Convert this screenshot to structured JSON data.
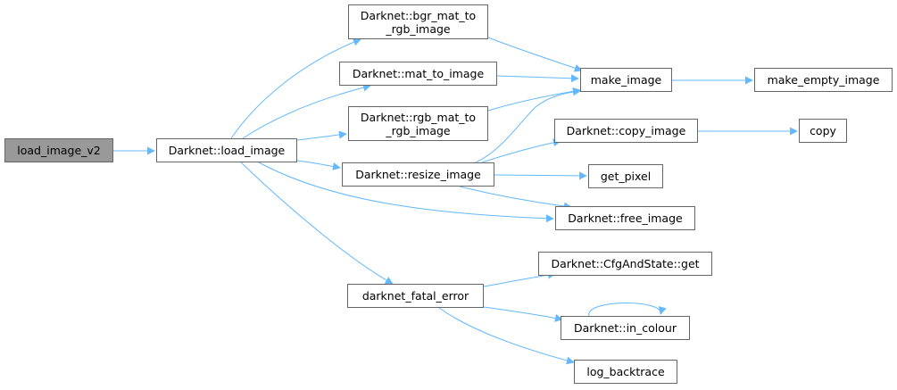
{
  "colors": {
    "edge": "#63b8ff",
    "node_border": "#666666",
    "root_fill": "#999999"
  },
  "nodes": {
    "load_image_v2": "load_image_v2",
    "load_image": "Darknet::load_image",
    "bgr_mat_to_rgb_image": "Darknet::bgr_mat_to\n_rgb_image",
    "mat_to_image": "Darknet::mat_to_image",
    "rgb_mat_to_rgb_image": "Darknet::rgb_mat_to\n_rgb_image",
    "resize_image": "Darknet::resize_image",
    "darknet_fatal_error": "darknet_fatal_error",
    "make_image": "make_image",
    "make_empty_image": "make_empty_image",
    "copy_image": "Darknet::copy_image",
    "copy": "copy",
    "get_pixel": "get_pixel",
    "free_image": "Darknet::free_image",
    "cfg_get": "Darknet::CfgAndState::get",
    "in_colour": "Darknet::in_colour",
    "log_backtrace": "log_backtrace"
  },
  "edges": [
    [
      "load_image_v2",
      "load_image"
    ],
    [
      "load_image",
      "bgr_mat_to_rgb_image"
    ],
    [
      "load_image",
      "mat_to_image"
    ],
    [
      "load_image",
      "rgb_mat_to_rgb_image"
    ],
    [
      "load_image",
      "resize_image"
    ],
    [
      "load_image",
      "free_image"
    ],
    [
      "load_image",
      "darknet_fatal_error"
    ],
    [
      "bgr_mat_to_rgb_image",
      "make_image"
    ],
    [
      "mat_to_image",
      "make_image"
    ],
    [
      "rgb_mat_to_rgb_image",
      "make_image"
    ],
    [
      "resize_image",
      "make_image"
    ],
    [
      "resize_image",
      "copy_image"
    ],
    [
      "resize_image",
      "get_pixel"
    ],
    [
      "resize_image",
      "free_image"
    ],
    [
      "make_image",
      "make_empty_image"
    ],
    [
      "copy_image",
      "copy"
    ],
    [
      "darknet_fatal_error",
      "cfg_get"
    ],
    [
      "darknet_fatal_error",
      "in_colour"
    ],
    [
      "darknet_fatal_error",
      "log_backtrace"
    ],
    [
      "in_colour",
      "in_colour"
    ]
  ]
}
